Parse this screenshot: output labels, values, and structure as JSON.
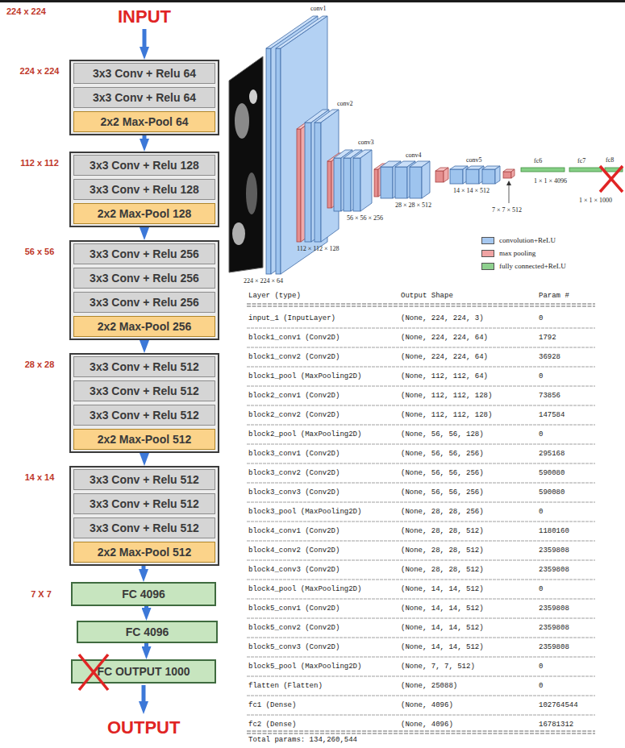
{
  "diagram": {
    "nodes": [
      {
        "text": [
          "224 x 224"
        ]
      },
      {
        "text": [
          "3x3 Conv + Relu 64"
        ],
        "in": 0
      },
      {
        "text": [
          "3x3 Conv + Relu 64"
        ],
        "in": 0
      },
      {
        "text": [
          "2x2 Max-Pool 64"
        ],
        "in": 0
      },
      {
        "text": [
          "112 x 112"
        ]
      },
      {
        "text": [
          "3x3 Conv + Relu 128"
        ],
        "in": 4
      },
      {
        "text": [
          "3x3 Conv + Relu 128"
        ],
        "in": 4
      },
      {
        "text": [
          "2x2 Max-Pool 128"
        ],
        "in": 4
      },
      {
        "text": [
          "56 x 56"
        ]
      },
      {
        "text": [
          "3x3 Conv + Relu 256"
        ],
        "in": 8
      },
      {
        "text": [
          "3x3 Conv + Relu 256"
        ],
        "in": 8
      },
      {
        "text": [
          "3x3 Conv + Relu 256"
        ],
        "in": 8
      },
      {
        "text": [
          "2x2 Max-Pool 256"
        ],
        "in": 8
      },
      {
        "text": [
          "28 x 28"
        ]
      },
      {
        "text": [
          "3x3 Conv + Relu 512"
        ],
        "in": 13
      },
      {
        "text": [
          "3x3 Conv + Relu 512"
        ],
        "in": 13
      },
      {
        "text": [
          "3x3 Conv + Relu 512"
        ],
        "in": 13
      },
      {
        "text": [
          "2x2 Max-Pool 512"
        ],
        "in": 13
      },
      {
        "text": [
          "14 x 14"
        ]
      },
      {
        "text": [
          "3x3 Conv + Relu 512"
        ],
        "in": 18
      },
      {
        "text": [
          "3x3 Conv + Relu 512"
        ],
        "in": 18
      },
      {
        "text": [
          "3x3 Conv + Relu 512"
        ],
        "in": 18
      },
      {
        "text": [
          "2x2 Max-Pool 512"
        ],
        "in": 18
      },
      {
        "text": [
          "7 X 7",
          "FC 4096"
        ]
      },
      {
        "text": [
          "FC 4096"
        ]
      },
      {
        "text": [
          "FC OUTPUT 1000"
        ]
      }
    ],
    "edges": [
      {
        "from": 0,
        "to": 4,
        "arrow": "to"
      },
      {
        "from": 4,
        "to": 8,
        "arrow": "to"
      },
      {
        "from": 8,
        "to": 13,
        "arrow": "to"
      },
      {
        "from": 13,
        "to": 18,
        "arrow": "to"
      },
      {
        "from": 18,
        "to": 23,
        "arrow": "to"
      },
      {
        "from": 23,
        "to": 24,
        "arrow": "to"
      },
      {
        "from": 24,
        "to": 25,
        "arrow": "to"
      }
    ],
    "labels": [
      "224 x 224",
      "INPUT",
      "OUTPUT",
      "conv1",
      "conv2",
      "conv3",
      "conv4",
      "conv5",
      "fc6",
      "fc7",
      "fc8",
      "224 × 224 × 64",
      "112 × 112 × 128",
      "56 × 56 × 256",
      "28 × 28 × 512",
      "14 × 14 × 512",
      "7 × 7 × 512",
      "1 × 1 × 4096",
      "1 × 1 × 1000",
      "Layer (type)",
      "Output Shape",
      "Param #",
      "input_1 (InputLayer)",
      "(None, 224, 224, 3)",
      "0",
      "block1_conv1 (Conv2D)",
      "(None, 224, 224, 64)",
      "1792",
      "block1_conv2 (Conv2D)",
      "(None, 224, 224, 64)",
      "36928",
      "block1_pool (MaxPooling2D)",
      "(None, 112, 112, 64)",
      "0",
      "block2_conv1 (Conv2D)",
      "(None, 112, 112, 128)",
      "73856",
      "block2_conv2 (Conv2D)",
      "(None, 112, 112, 128)",
      "147584",
      "block2_pool (MaxPooling2D)",
      "(None, 56, 56, 128)",
      "0",
      "block3_conv1 (Conv2D)",
      "(None, 56, 56, 256)",
      "295168",
      "block3_conv2 (Conv2D)",
      "(None, 56, 56, 256)",
      "590080",
      "block3_conv3 (Conv2D)",
      "(None, 56, 56, 256)",
      "590080",
      "block3_pool (MaxPooling2D)",
      "(None, 28, 28, 256)",
      "0",
      "block4_conv1 (Conv2D)",
      "(None, 28, 28, 512)",
      "1180160",
      "block4_conv2 (Conv2D)",
      "(None, 28, 28, 512)",
      "2359808",
      "block4_conv3 (Conv2D)",
      "(None, 28, 28, 512)",
      "2359808",
      "block4_pool (MaxPooling2D)",
      "(None, 14, 14, 512)",
      "0",
      "block5_conv1 (Conv2D)",
      "(None, 14, 14, 512)",
      "2359808",
      "block5_conv2 (Conv2D)",
      "(None, 14, 14, 512)",
      "2359808",
      "block5_conv3 (Conv2D)",
      "(None, 14, 14, 512)",
      "2359808",
      "block5_pool (MaxPooling2D)",
      "(None, 7, 7, 512)",
      "0",
      "flatten (Flatten)",
      "(None, 25088)",
      "0",
      "fc1 (Dense)",
      "(None, 4096)",
      "102764544",
      "fc2 (Dense)",
      "(None, 4096)",
      "16781312",
      "Total params: 134,260,544"
    ],
    "legend": [
      {
        "text": "convolution+ReLU",
        "color": "#a6c8f0"
      },
      {
        "text": "max pooling",
        "color": "#f0a3a3"
      },
      {
        "text": "fully connected+ReLU",
        "color": "#8fd18f"
      }
    ]
  }
}
